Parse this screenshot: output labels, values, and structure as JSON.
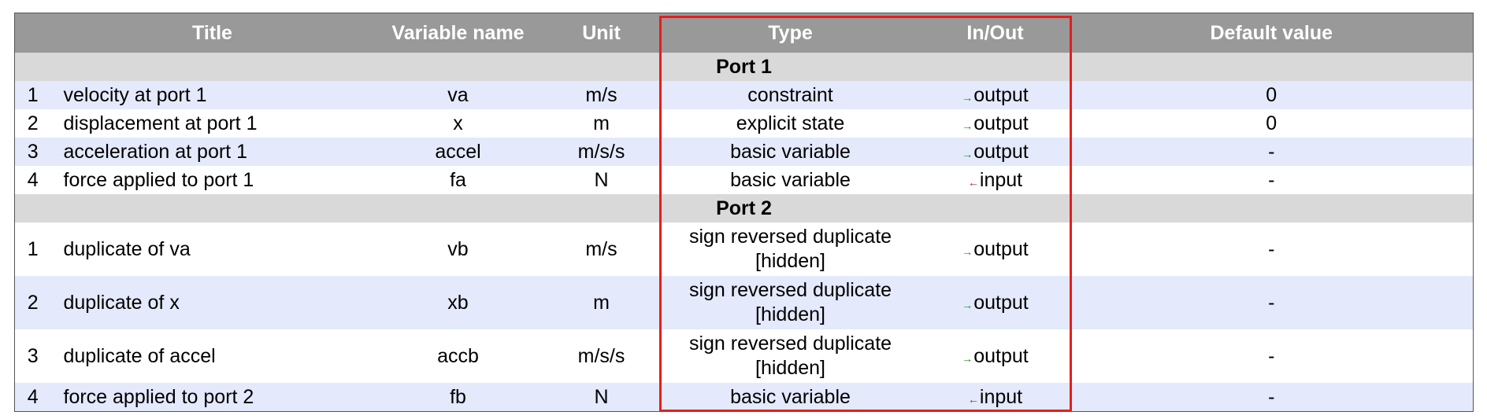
{
  "headers": [
    "",
    "Title",
    "Variable name",
    "Unit",
    "Type",
    "In/Out",
    "Default value"
  ],
  "groups": [
    {
      "label": "Port 1",
      "rows": [
        {
          "n": "1",
          "title": "velocity at port 1",
          "var": "va",
          "unit": "m/s",
          "type1": "constraint",
          "type2": "",
          "dir": "out",
          "io": "output",
          "def": "0"
        },
        {
          "n": "2",
          "title": "displacement at port 1",
          "var": "x",
          "unit": "m",
          "type1": "explicit state",
          "type2": "",
          "dir": "out",
          "io": "output",
          "def": "0"
        },
        {
          "n": "3",
          "title": "acceleration at port 1",
          "var": "accel",
          "unit": "m/s/s",
          "type1": "basic variable",
          "type2": "",
          "dir": "out",
          "io": "output",
          "def": "-"
        },
        {
          "n": "4",
          "title": "force applied to port 1",
          "var": "fa",
          "unit": "N",
          "type1": "basic variable",
          "type2": "",
          "dir": "in",
          "io": "input",
          "def": "-"
        }
      ]
    },
    {
      "label": "Port 2",
      "rows": [
        {
          "n": "1",
          "title": "duplicate of va",
          "var": "vb",
          "unit": "m/s",
          "type1": "sign reversed duplicate",
          "type2": "[hidden]",
          "dir": "out",
          "io": "output",
          "def": "-"
        },
        {
          "n": "2",
          "title": "duplicate of x",
          "var": "xb",
          "unit": "m",
          "type1": "sign reversed duplicate",
          "type2": "[hidden]",
          "dir": "out",
          "io": "output",
          "def": "-"
        },
        {
          "n": "3",
          "title": "duplicate of accel",
          "var": "accb",
          "unit": "m/s/s",
          "type1": "sign reversed duplicate",
          "type2": "[hidden]",
          "dir": "out",
          "io": "output",
          "def": "-"
        },
        {
          "n": "4",
          "title": "force applied to port 2",
          "var": "fb",
          "unit": "N",
          "type1": "basic variable",
          "type2": "",
          "dir": "in",
          "io": "input",
          "def": "-"
        }
      ]
    }
  ],
  "colors": {
    "header_bg": "#999999",
    "group_bg": "#d9d9d9",
    "alt_row": "#e4e9fb",
    "highlight": "#e51d1d",
    "arrow_out": "#2a8a2a",
    "arrow_in": "#b22222"
  },
  "icons": {
    "out": "right-arrow-icon",
    "in": "left-arrow-icon"
  }
}
